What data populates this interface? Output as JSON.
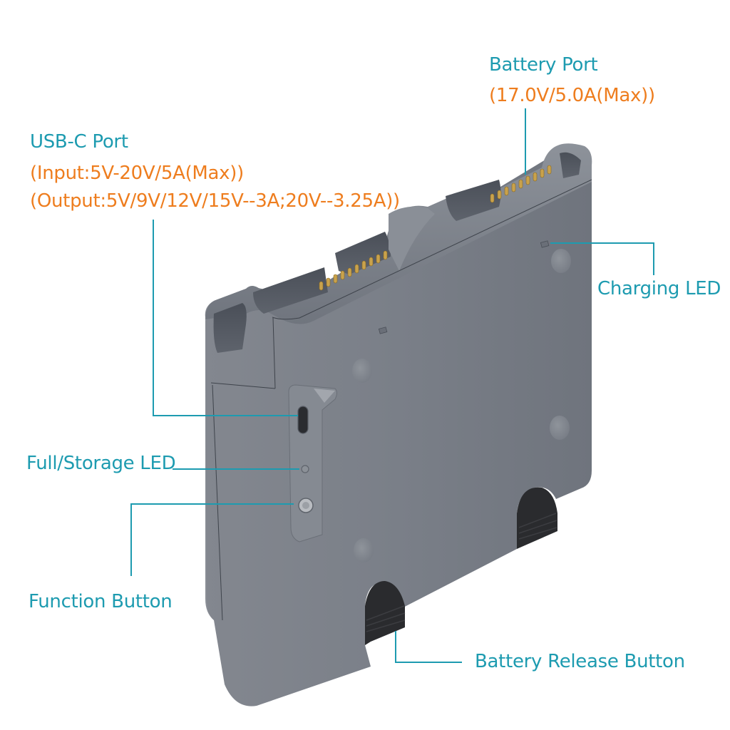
{
  "colors": {
    "title": "#1d9bb0",
    "spec": "#ee7d1e",
    "leader": "#1d9bb0",
    "body": "#7b8089",
    "body_dark": "#5d626b",
    "body_light": "#8f949c",
    "pins": "#c9a24c",
    "release_button": "#2a2b2e",
    "background": "#ffffff"
  },
  "callouts": {
    "battery_port": {
      "title": "Battery Port",
      "spec": "(17.0V/5.0A(Max))"
    },
    "usb_c_port": {
      "title": "USB-C Port",
      "spec_input": "(Input:5V-20V/5A(Max))",
      "spec_output": "(Output:5V/9V/12V/15V--3A;20V--3.25A))"
    },
    "charging_led": {
      "title": "Charging LED"
    },
    "full_storage_led": {
      "title": "Full/Storage LED"
    },
    "function_button": {
      "title": "Function Button"
    },
    "battery_release_button": {
      "title": "Battery Release Button"
    }
  },
  "icons": {
    "device": "battery-charging-hub-illustration"
  }
}
